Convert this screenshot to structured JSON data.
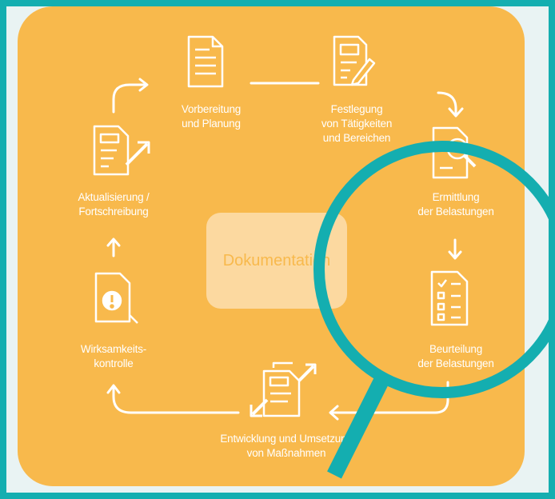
{
  "diagram": {
    "center_label": "Dokumentation",
    "steps": [
      {
        "id": "vorbereitung",
        "label": "Vorbereitung\nund Planung",
        "icon": "document-icon"
      },
      {
        "id": "festlegung",
        "label": "Festlegung\nvon Tätigkeiten\nund Bereichen",
        "icon": "document-pencil-icon"
      },
      {
        "id": "ermittlung",
        "label": "Ermittlung\nder Belastungen",
        "icon": "document-magnifier-icon"
      },
      {
        "id": "beurteilung",
        "label": "Beurteilung\nder Belastungen",
        "icon": "checklist-icon"
      },
      {
        "id": "entwicklung",
        "label": "Entwicklung und Umsetzung\nvon Maßnahmen",
        "icon": "documents-arrows-icon"
      },
      {
        "id": "wirksamkeit",
        "label": "Wirksamkeits-\nkontrolle",
        "icon": "document-warning-icon"
      },
      {
        "id": "aktualisierung",
        "label": "Aktualisierung /\nFortschreibung",
        "icon": "document-update-icon"
      }
    ]
  },
  "colors": {
    "frame": "#14aeb0",
    "background": "#e9f3f3",
    "card": "#f8b94c",
    "center_box": "#fcd9a0",
    "magnifier": "#14aeb0",
    "icons": "#ffffff"
  }
}
